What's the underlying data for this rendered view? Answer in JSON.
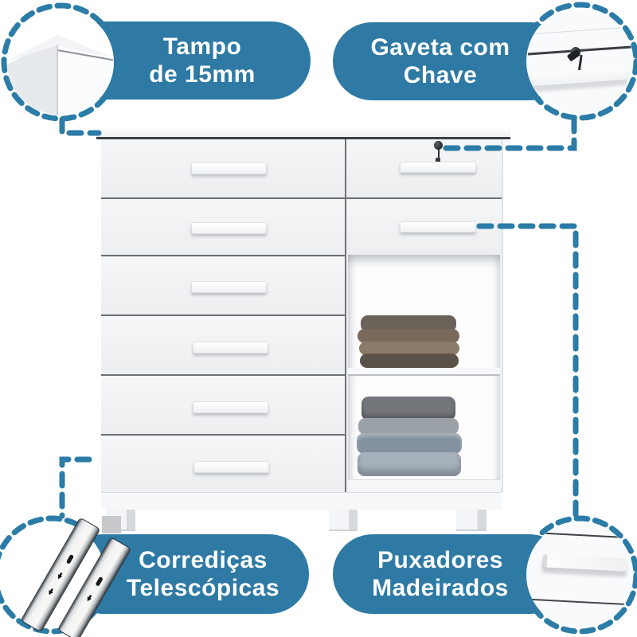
{
  "background": "#ffffff",
  "colors": {
    "accent_pill": "#2e7aa5",
    "dash_line": "#2b7ca7",
    "label_text": "#ffffff",
    "cabinet_edge": "#3c4145"
  },
  "callouts": {
    "top_left": {
      "line1": "Tampo",
      "line2": "de 15mm",
      "detail_icon": "tabletop-corner"
    },
    "top_right": {
      "line1": "Gaveta com",
      "line2": "Chave",
      "detail_icon": "lock-and-keys"
    },
    "bottom_left": {
      "line1": "Corrediças",
      "line2": "Telescópicas",
      "detail_icon": "telescopic-slides"
    },
    "bottom_right": {
      "line1": "Puxadores",
      "line2": "Madeirados",
      "detail_icon": "drawer-handle"
    }
  },
  "product": {
    "type": "white dresser / chest of drawers",
    "left_drawer_count": 6,
    "right_drawer_count": 2,
    "open_shelf_count": 2,
    "has_lock_with_keys": true,
    "shelf_contents": [
      "folded brown clothes",
      "folded gray clothes"
    ]
  }
}
